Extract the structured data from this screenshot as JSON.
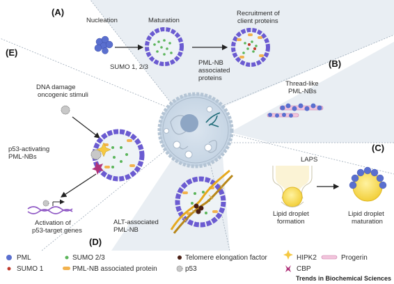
{
  "sections": {
    "a": "(A)",
    "b": "(B)",
    "c": "(C)",
    "d": "(D)",
    "e": "(E)"
  },
  "panel_a": {
    "nucleation": "Nucleation",
    "maturation": "Maturation",
    "recruitment_l1": "Recruitment of",
    "recruitment_l2": "client proteins",
    "sumo": "SUMO 1, 2/3",
    "assoc_l1": "PML-NB",
    "assoc_l2": "associated",
    "assoc_l3": "proteins"
  },
  "panel_b": {
    "l1": "Thread-like",
    "l2": "PML-NBs"
  },
  "panel_c": {
    "laps": "LAPS",
    "form_l1": "Lipid droplet",
    "form_l2": "formation",
    "mat_l1": "Lipid droplet",
    "mat_l2": "maturation"
  },
  "panel_d": {
    "l1": "ALT-associated",
    "l2": "PML-NB"
  },
  "panel_e": {
    "dmg_l1": "DNA damage",
    "dmg_l2": "oncogenic stimuli",
    "act_l1": "p53-activating",
    "act_l2": "PML-NBs",
    "gene_l1": "Activation of",
    "gene_l2": "p53-target genes"
  },
  "legend": [
    {
      "label": "PML",
      "color": "#5a6fcf"
    },
    {
      "label": "SUMO 1",
      "color": "#c0392b"
    },
    {
      "label": "SUMO 2/3",
      "color": "#5bb55a"
    },
    {
      "label": "PML-NB associated protein",
      "color": "#f2b24e"
    },
    {
      "label": "Telomere elongation factor",
      "color": "#4a1f14"
    },
    {
      "label": "p53",
      "color": "#c8c8c8"
    },
    {
      "label": "HIPK2",
      "color": "#f5c842"
    },
    {
      "label": "CBP",
      "color": "#b0337a"
    },
    {
      "label": "Progerin",
      "color": "#f2c4dc"
    }
  ],
  "credit": "Trends in Biochemical Sciences"
}
